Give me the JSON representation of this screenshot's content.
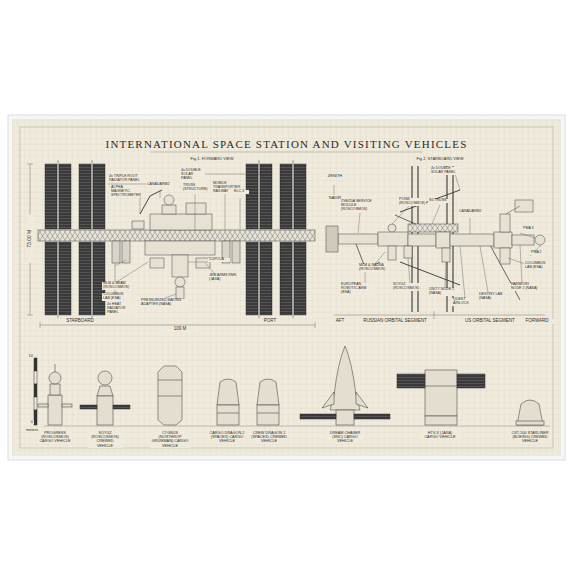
{
  "diagram": {
    "title": "INTERNATIONAL SPACE STATION AND VISITING VEHICLES",
    "labels": [
      "73.00 M",
      "STARBOARD",
      "PORT",
      "109 M",
      "Fig 1. FORWARD VIEW",
      "4x DOUBLE SOLAR PANEL",
      "ALPHA MAGNETIC SPECTROMETER",
      "CANADARM2",
      "TRUSS (STRUCTURE)",
      "MOBILE TRANSPORTER RAILWAY",
      "ELC 3",
      "4x TRIPLE ROOT RADIATOR PANEL",
      "COLUMBUS LAB (ESA)",
      "4x HEAT RADIATOR PANEL",
      "JEM ARMS RMS (JAXA)",
      "CUPOLA",
      "PRESSURIZED MATING ADAPTER (NASA)",
      "MLM & BEAM (ROSCOSMOS)",
      "ZENITH",
      "NADIR",
      "AFT",
      "FORWARD",
      "RUSSIAN ORBITAL SEGMENT",
      "US ORBITAL SEGMENT",
      "Fig 2. STARBOARD VIEW",
      "4x DOUBLE SOLAR PANEL",
      "ZVEZDA SERVICE MODULE (ROSCOSMOS)",
      "EUROPEAN ROBOTIC ARM (ESA)",
      "MLM & NAUKA (ROSCOSMOS)",
      "POISK (ROSCOSMOS)",
      "S0 TRUSS",
      "CANADARM2",
      "UNITY NODE 1 (NASA)",
      "DESTINY LAB (NASA)",
      "HARMONY NODE 2 (NASA)",
      "PMA 3",
      "PMA 2",
      "COLUMBUS LAB (ESA)",
      "SOYUZ (ROSCOSMOS)",
      "QUEST AIRLOCK",
      "10",
      "0",
      "meters",
      "PROGRESS (ROSCOSMOS) CARGO VEHICLE",
      "SOYUZ (ROSCOSMOS) CREWED VEHICLE",
      "CYGNUS (NORTHROP GRUMMAN) CARGO VEHICLE",
      "CARGO DRAGON 2 (SPACEX) CARGO VEHICLE",
      "CREW DRAGON 2 (SPACEX) CREWED VEHICLE",
      "DREAM CHASER (SNC) CARGO VEHICLE",
      "HTV-X (JAXA) CARGO VEHICLE",
      "CST-100 STARLINER (BOEING) CREWED VEHICLE"
    ]
  }
}
